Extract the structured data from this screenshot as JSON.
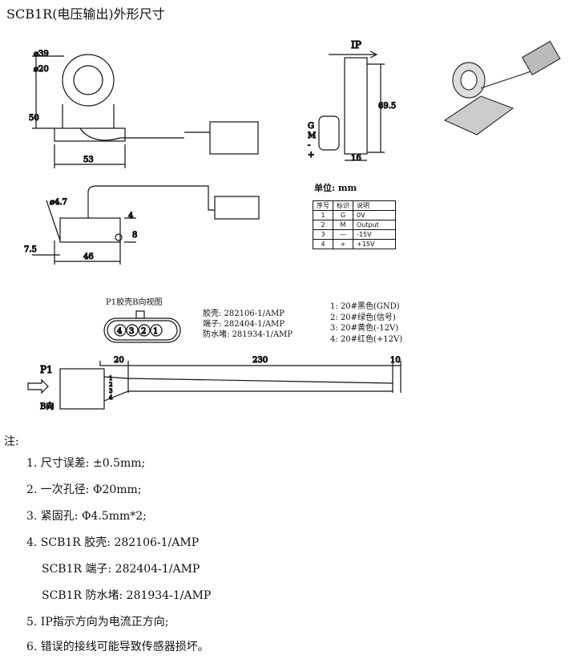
{
  "title": "SCB1R(电压输出)外形尺寸",
  "dims": {
    "d39": "⌀39",
    "d20": "⌀20",
    "h50": "50",
    "w53": "53",
    "ip": "IP",
    "h695": "69.5",
    "w16": "16",
    "d47": "⌀4.7",
    "h4": "4",
    "h8": "8",
    "w75": "7.5",
    "w46": "46",
    "l20": "20",
    "l230": "230",
    "l10": "10",
    "p1": "P1",
    "b_dir": "B向"
  },
  "pins_side": [
    "G",
    "M",
    "-",
    "+"
  ],
  "unit_label": "单位: mm",
  "table": {
    "headers": [
      "序号",
      "标识",
      "说明"
    ],
    "rows": [
      [
        "1",
        "G",
        "0V"
      ],
      [
        "2",
        "M",
        "Output"
      ],
      [
        "3",
        "—",
        "-15V"
      ],
      [
        "4",
        "+",
        "+15V"
      ]
    ]
  },
  "connector": {
    "view_title": "P1胶壳B向视图",
    "pins": [
      "4",
      "3",
      "2",
      "1"
    ],
    "parts": [
      "胶壳: 282106-1/AMP",
      "端子: 282404-1/AMP",
      "防水堵: 281934-1/AMP"
    ],
    "wires": [
      "1: 20#黑色(GND)",
      "2: 20#绿色(信号)",
      "3: 20#黄色(-12V)",
      "4: 20#红色(+12V)"
    ],
    "wire_nums": [
      "1",
      "2",
      "3",
      "4"
    ]
  },
  "notes": {
    "heading": "注:",
    "items": [
      "1. 尺寸误差: ±0.5mm;",
      "2. 一次孔径: Φ20mm;",
      "3. 紧固孔: Φ4.5mm*2;",
      "4. SCB1R 胶壳: 282106-1/AMP",
      "SCB1R  端子: 282404-1/AMP",
      "SCB1R 防水堵: 281934-1/AMP",
      "5. IP指示方向为电流正方向;",
      "6. 错误的接线可能导致传感器损坏。"
    ]
  }
}
